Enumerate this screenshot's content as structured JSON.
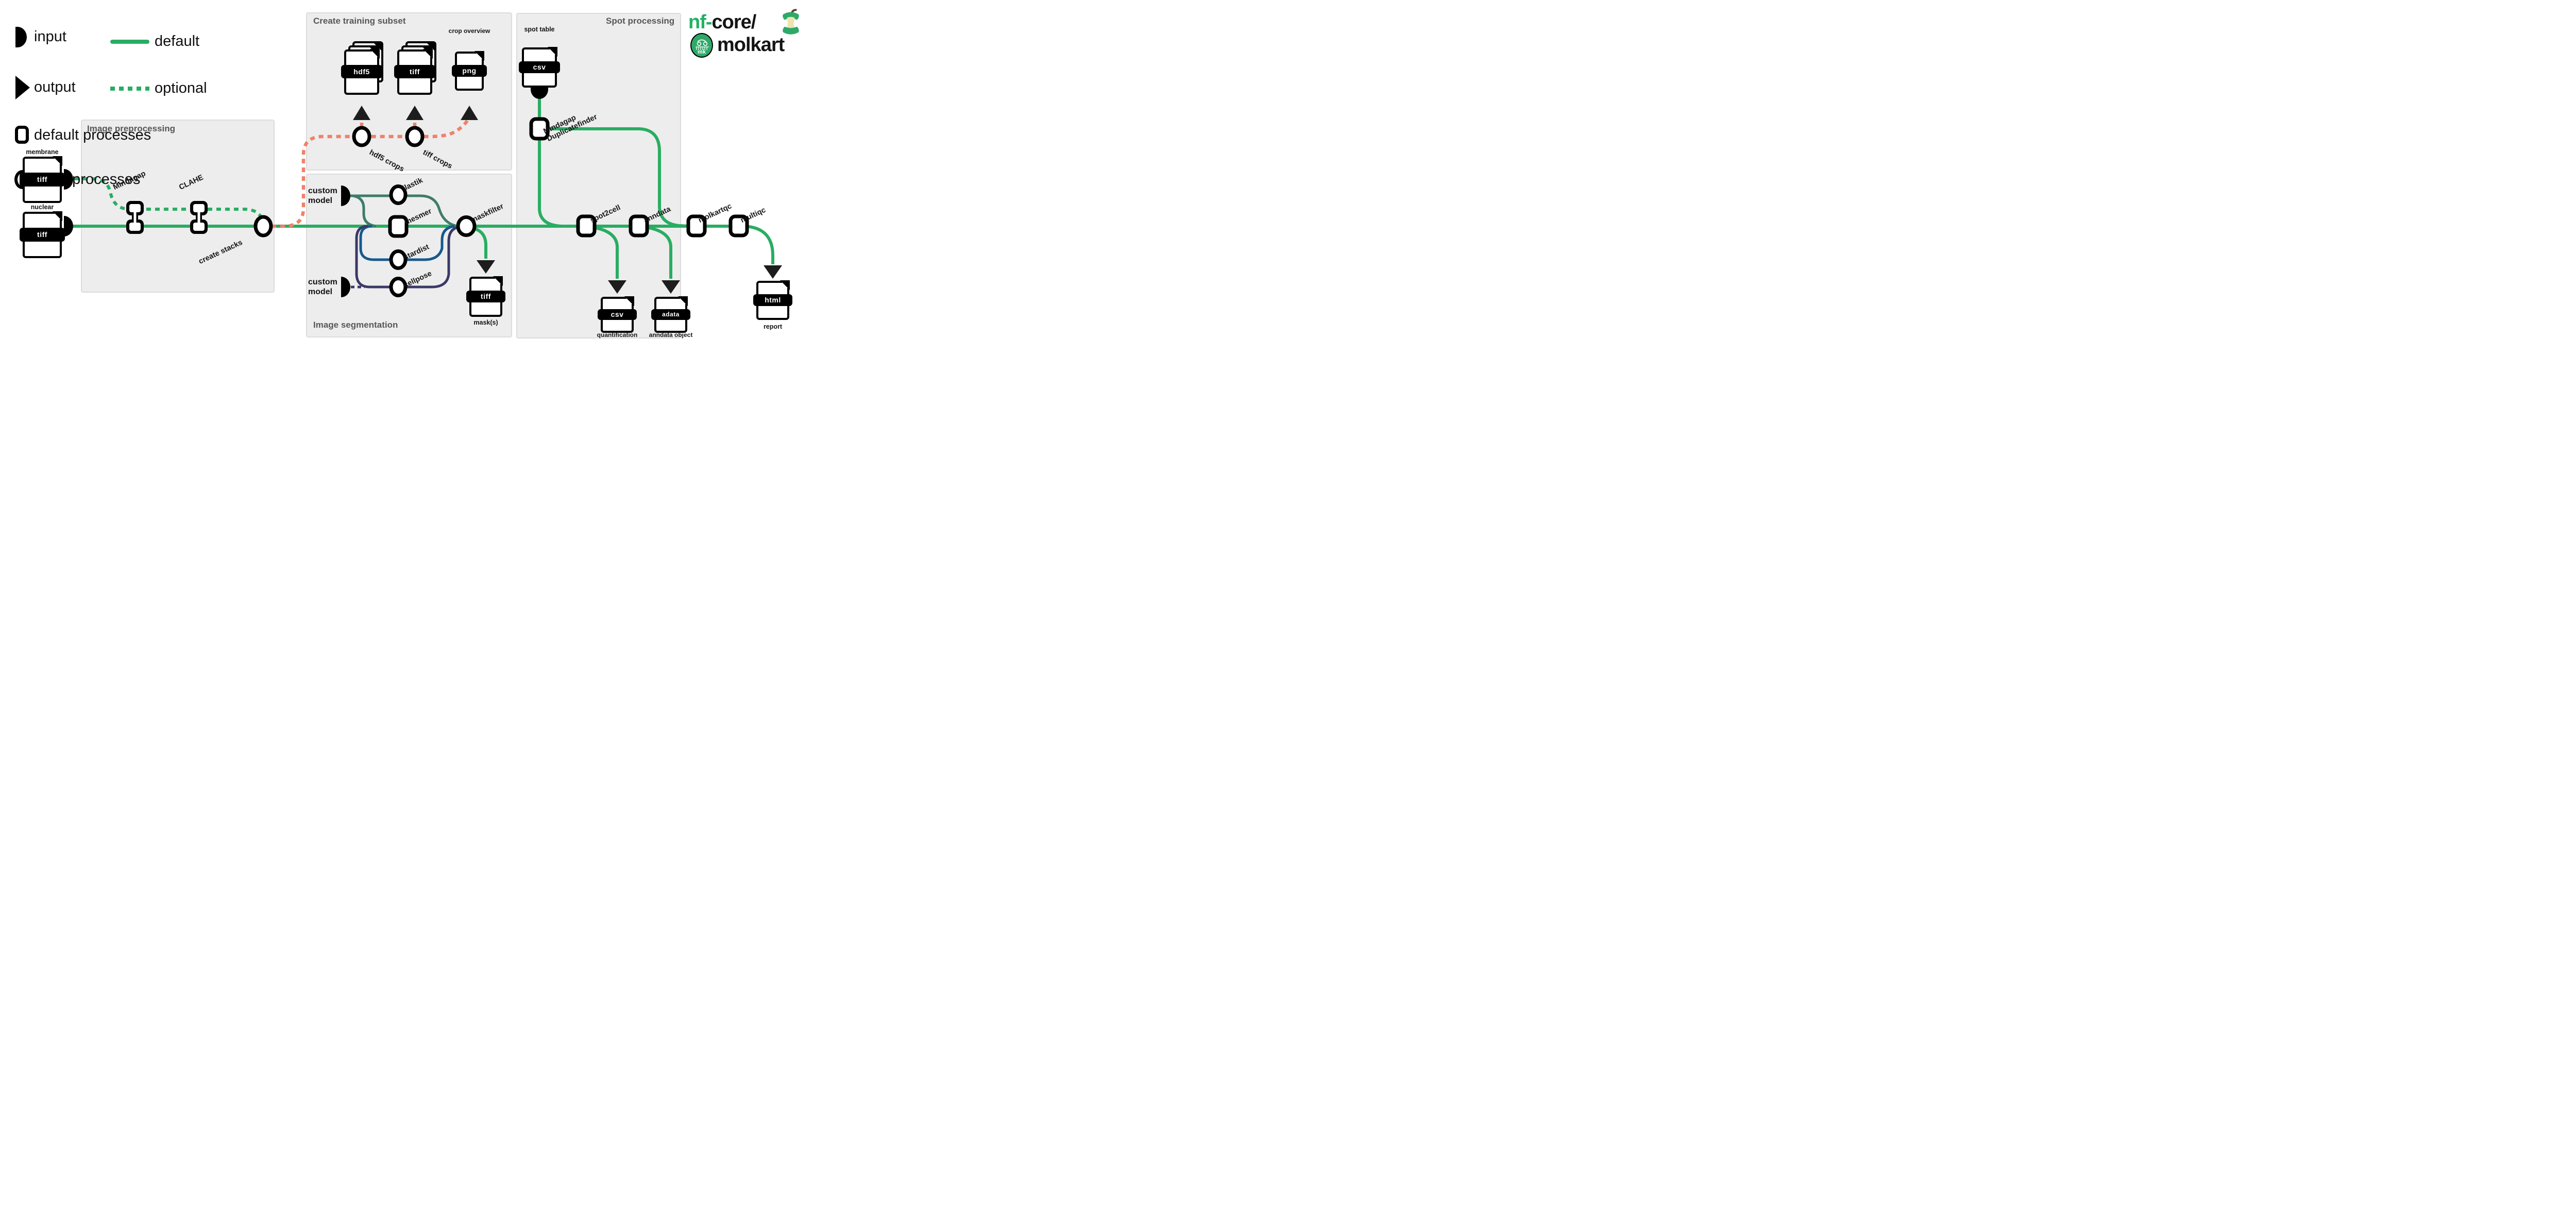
{
  "legend": {
    "input": "input",
    "output": "output",
    "default_process": "default processes",
    "other_process": "other processes",
    "default_line": "default",
    "optional_line": "optional"
  },
  "logo": {
    "prefix": "nf-",
    "core": "core/",
    "name": "molkart",
    "badge": "mk"
  },
  "boxes": {
    "preprocessing": "Image preprocessing",
    "training": "Create training subset",
    "segmentation": "Image segmentation",
    "spot": "Spot processing"
  },
  "files": {
    "membrane": {
      "label": "membrane",
      "type": "tiff"
    },
    "nuclear": {
      "label": "nuclear",
      "type": "tiff"
    },
    "hdf5_crops_file": {
      "type": "hdf5"
    },
    "tiff_crops_file": {
      "type": "tiff"
    },
    "crop_overview": {
      "label": "crop overview",
      "type": "png"
    },
    "spot_table": {
      "label": "spot table",
      "type": "csv"
    },
    "mask": {
      "label": "mask(s)",
      "type": "tiff"
    },
    "quantification": {
      "label": "quantification",
      "type": "csv"
    },
    "anndata_object": {
      "label": "anndata object",
      "type": "adata"
    },
    "report": {
      "label": "report",
      "type": "html"
    }
  },
  "inputs": {
    "custom_model_top": "custom model",
    "custom_model_bottom": "custom model"
  },
  "processes": {
    "mindagap": "Mindagap",
    "clahe": "CLAHE",
    "create_stacks": "create stacks",
    "hdf5_crops": "hdf5 crops",
    "tiff_crops": "tiff crops",
    "ilastik": "ilastik",
    "mesmer": "mesmer",
    "stardist": "stardist",
    "cellpose": "cellpose",
    "maskfilter": "maskfilter",
    "duplicatefinder_line1": "Mindagap",
    "duplicatefinder_line2": "Duplicatefinder",
    "spot2cell": "spot2cell",
    "anndata": "anndata",
    "molkartqc": "molkartqc",
    "multiqc": "multiqc"
  },
  "colors": {
    "green": "#29ad62",
    "salmon": "#f0816b",
    "teal": "#3e7c69",
    "blue": "#15598f",
    "navy": "#3a3968",
    "black": "#141414",
    "box_bg": "#ededed",
    "box_border": "#dcdcdc",
    "box_title": "#575757"
  }
}
